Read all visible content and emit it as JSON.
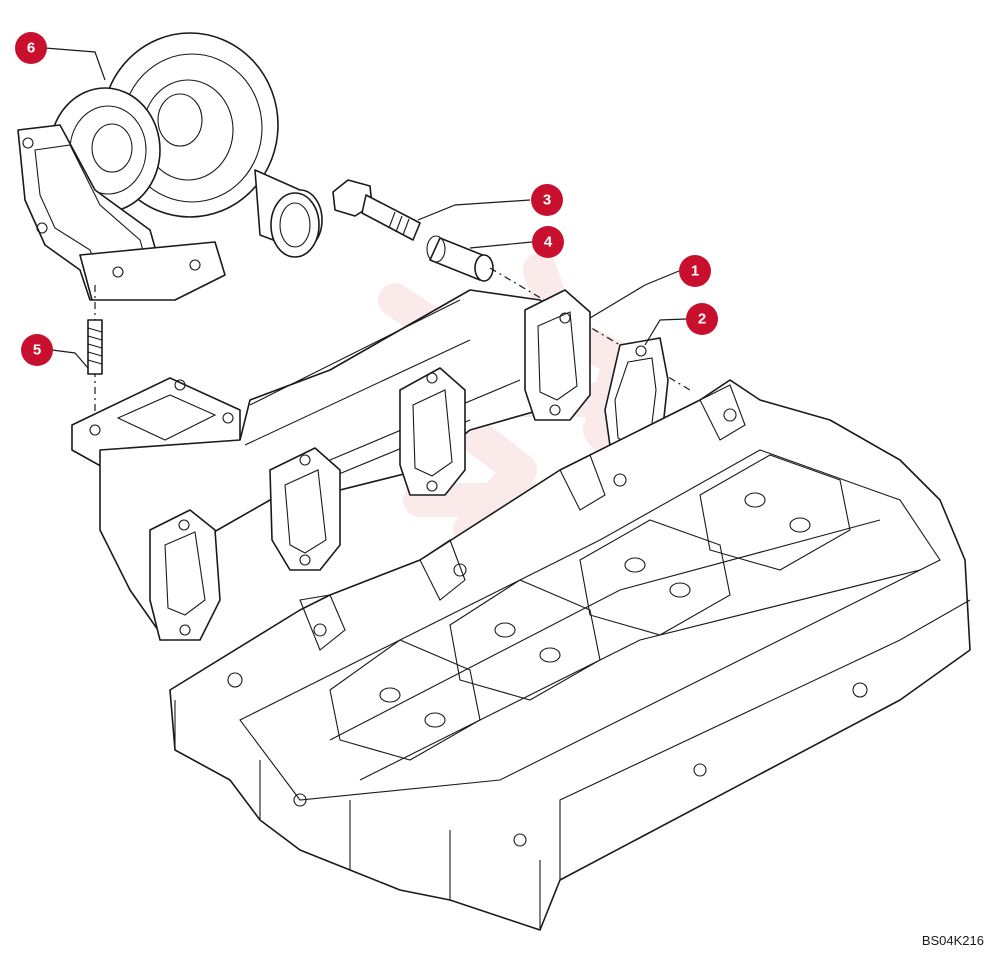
{
  "figure_code": "BS04K216",
  "accent_color": "#c8102e",
  "watermark": {
    "color": "#e87a7a"
  },
  "callouts": [
    {
      "id": 1,
      "label": "1",
      "part": "exhaust-manifold"
    },
    {
      "id": 2,
      "label": "2",
      "part": "manifold-gasket"
    },
    {
      "id": 3,
      "label": "3",
      "part": "manifold-bolt"
    },
    {
      "id": 4,
      "label": "4",
      "part": "spacer-sleeve"
    },
    {
      "id": 5,
      "label": "5",
      "part": "turbo-stud"
    },
    {
      "id": 6,
      "label": "6",
      "part": "turbocharger"
    }
  ]
}
